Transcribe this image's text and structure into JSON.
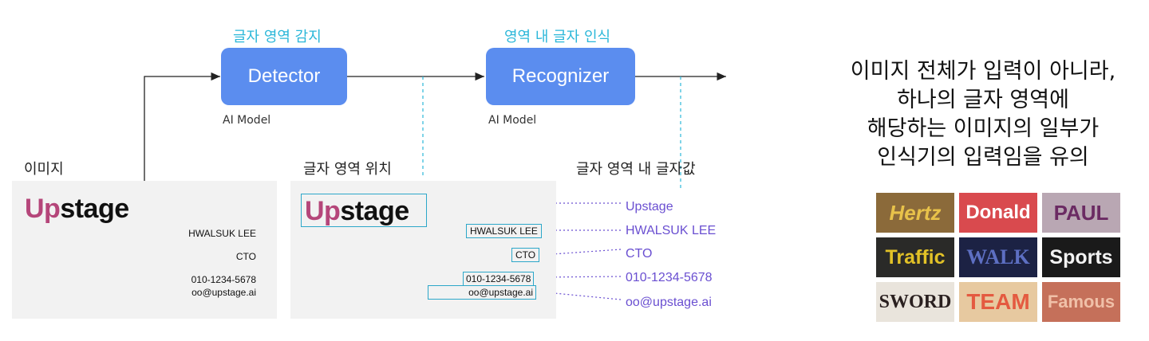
{
  "detector": {
    "caption": "글자 영역 감지",
    "label": "Detector",
    "model": "AI Model"
  },
  "recognizer": {
    "caption": "영역 내 글자 인식",
    "label": "Recognizer",
    "model": "AI Model"
  },
  "input_card": {
    "title": "이미지",
    "logo_up": "Up",
    "logo_stage": "stage",
    "name": "HWALSUK LEE",
    "role": "CTO",
    "phone": "010-1234-5678",
    "email": "oo@upstage.ai"
  },
  "detected_card": {
    "title": "글자 영역 위치",
    "logo_up": "Up",
    "logo_stage": "stage",
    "name": "HWALSUK LEE",
    "role": "CTO",
    "phone": "010-1234-5678",
    "email": "oo@upstage.ai"
  },
  "recognized": {
    "title": "글자 영역 내 글자값",
    "values": [
      "Upstage",
      "HWALSUK LEE",
      "CTO",
      "010-1234-5678",
      "oo@upstage.ai"
    ]
  },
  "note": {
    "lines": [
      "이미지 전체가 입력이 아니라,",
      "하나의 글자 영역에",
      "해당하는 이미지의 일부가",
      "인식기의 입력임을 유의"
    ]
  },
  "crops": [
    "Hertz",
    "Donald",
    "PAUL",
    "Traffic",
    "WALK",
    "Sports",
    "SWORD",
    "TEAM",
    "Famous"
  ],
  "colors": {
    "model_box": "#5b8def",
    "caption": "#2bb7d9",
    "bbox": "#2ca7c9",
    "arrow_purple": "#6a4fd1",
    "logo_up": "#b5467a"
  }
}
